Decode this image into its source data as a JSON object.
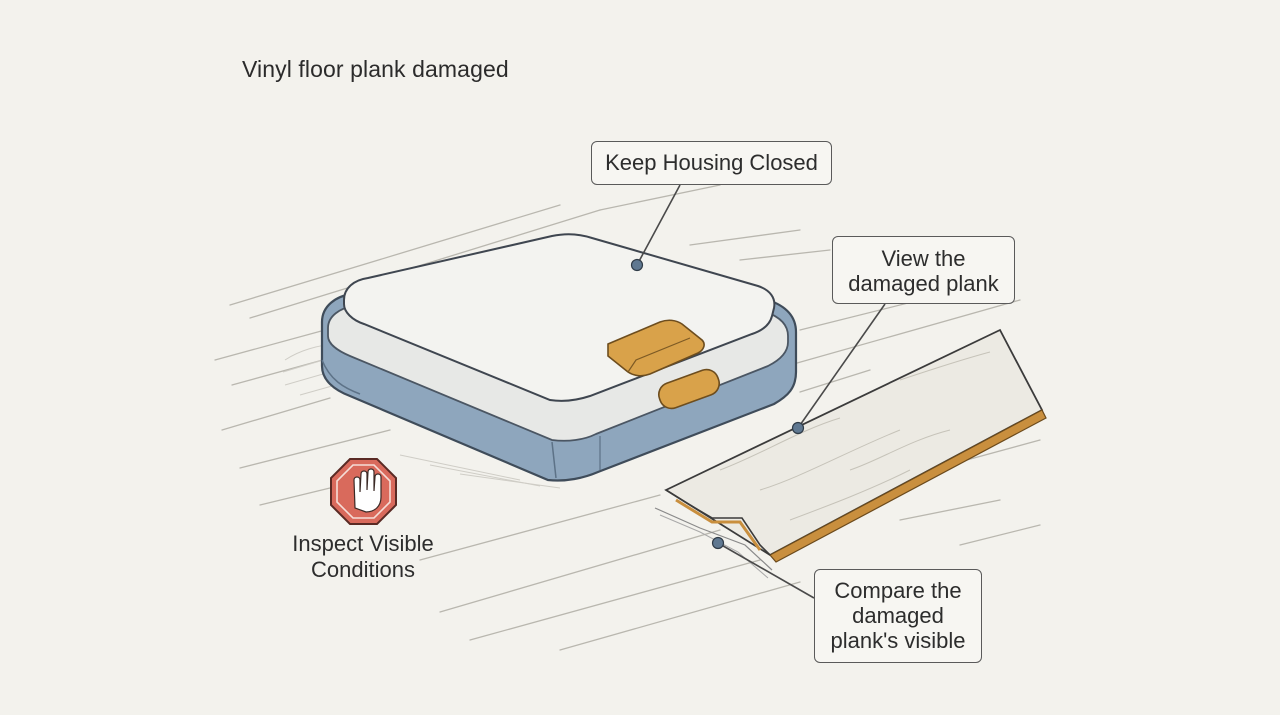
{
  "diagram": {
    "title": "Vinyl floor plank damaged",
    "callouts": {
      "housing": {
        "text": "Keep Housing Closed"
      },
      "view": {
        "lines": [
          "View the",
          "damaged plank"
        ]
      },
      "compare": {
        "lines": [
          "Compare the",
          "damaged",
          "plank's visible"
        ]
      }
    },
    "warning": {
      "icon": "hand-stop-icon",
      "lines": [
        "Inspect Visible",
        "Conditions"
      ]
    },
    "colors": {
      "background": "#f3f2ed",
      "device_body": "#8aa3bb",
      "device_lid": "#f1f1ee",
      "accent_tab": "#d9a24a",
      "wood_edge": "#c98f3e",
      "stop_sign": "#d96a5c",
      "ink": "#3a3a3a"
    }
  }
}
